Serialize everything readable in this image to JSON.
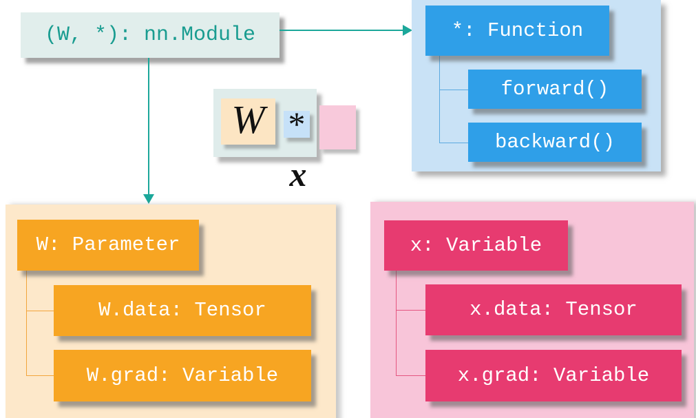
{
  "module": {
    "label": "(W, *): nn.Module"
  },
  "function_panel": {
    "parent": "*: Function",
    "children": [
      "forward()",
      "backward()"
    ]
  },
  "parameter_panel": {
    "parent": "W: Parameter",
    "children": [
      "W.data: Tensor",
      "W.grad: Variable"
    ]
  },
  "variable_panel": {
    "parent": "x: Variable",
    "children": [
      "x.data: Tensor",
      "x.grad: Variable"
    ]
  },
  "expression": {
    "weight": "W",
    "operator": "*",
    "input": "x"
  },
  "colors": {
    "teal_arrow": "#1BA79A",
    "module_box_bg": "#E1EEEC",
    "module_text": "#199C90",
    "function_panel_bg": "#C9E2F6",
    "function_box_bg": "#2F9FE8",
    "parameter_panel_bg": "#FDE8CA",
    "parameter_box_bg": "#F7A522",
    "variable_panel_bg": "#F8C5D9",
    "variable_box_bg": "#E73B70",
    "weight_chip_bg": "#FCE5C3",
    "operator_chip_bg": "#C6E1F8",
    "input_chip_bg": "#F8C9DB",
    "box_text": "#FFFFFF"
  }
}
